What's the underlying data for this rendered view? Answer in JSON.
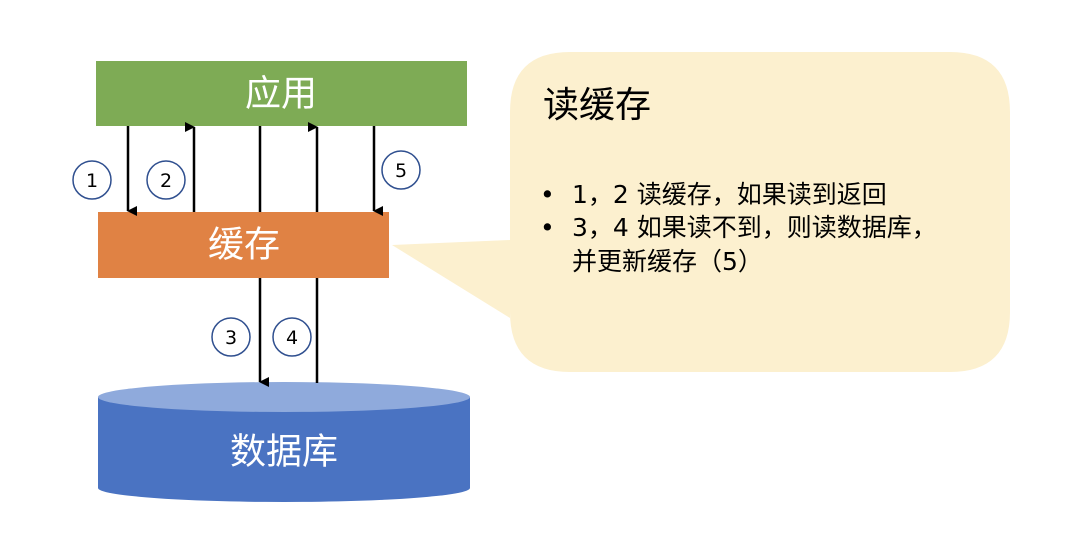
{
  "nodes": {
    "app": "应用",
    "cache": "缓存",
    "database": "数据库"
  },
  "steps": [
    "1",
    "2",
    "3",
    "4",
    "5"
  ],
  "callout": {
    "title": "读缓存",
    "bullets": [
      [
        "1，2 读缓存，如果读到返回"
      ],
      [
        "3，4 如果读不到，则读数据库，",
        "并更新缓存（5）"
      ]
    ]
  },
  "colors": {
    "app": "#7eab55",
    "cache": "#e08244",
    "database": "#4a73c2",
    "database_top": "#8faadc",
    "callout": "#fcf0cf",
    "step_border": "#2f4f8f"
  }
}
